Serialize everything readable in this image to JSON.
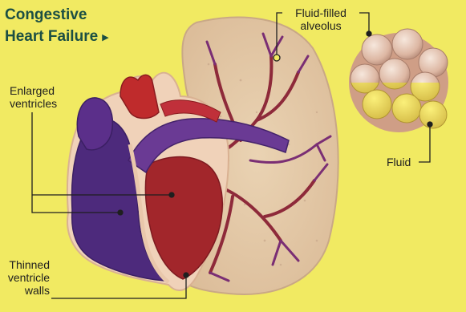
{
  "title": {
    "line1": "Congestive",
    "line2": "Heart Failure",
    "arrow": "▸"
  },
  "labels": {
    "enlarged_1": "Enlarged",
    "enlarged_2": "ventricles",
    "fluid_filled": "Fluid-filled",
    "alveolus": "alveolus",
    "fluid": "Fluid",
    "thinned_1": "Thinned",
    "thinned_2": "ventricle",
    "thinned_3": "walls"
  },
  "colors": {
    "background": "#f1ea62",
    "title": "#1c4f43",
    "lung": "#e7cba9",
    "heart_left": "#a2262b",
    "heart_right": "#4d2a7c",
    "alveolus_fluid": "#f2dc5c"
  }
}
